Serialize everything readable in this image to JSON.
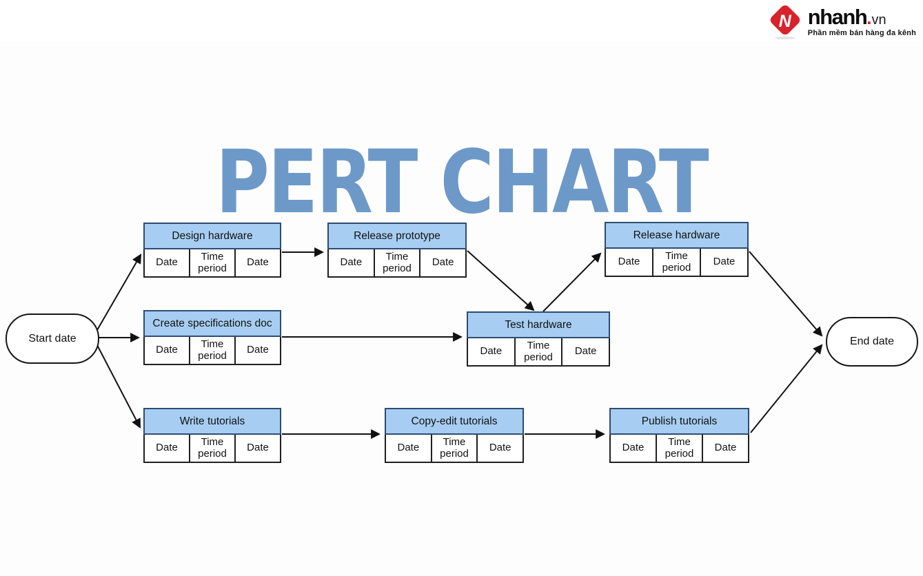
{
  "header_bar": {
    "logo": {
      "icon": "nhanh-diamond-icon",
      "brand": "nhanh",
      "dot": ".",
      "tld": "vn",
      "tagline": "Phần mềm bán hàng đa kênh",
      "brand_red": "#d7232b",
      "text_color": "#0d0d0d"
    }
  },
  "title": {
    "text": "PERT CHART",
    "color": "#6d99c8"
  },
  "diagram": {
    "colors": {
      "task_header_fill": "#a7cef2",
      "task_header_border": "#2c4c72",
      "cell_border": "#1f1f1f",
      "arrow": "#111111",
      "terminal_fill": "#ffffff"
    },
    "terminals": {
      "start": {
        "label": "Start date"
      },
      "end": {
        "label": "End date"
      }
    },
    "tasks": [
      {
        "id": "design-hardware",
        "title": "Design hardware",
        "cells": [
          "Date",
          "Time period",
          "Date"
        ]
      },
      {
        "id": "release-prototype",
        "title": "Release prototype",
        "cells": [
          "Date",
          "Time period",
          "Date"
        ]
      },
      {
        "id": "release-hardware",
        "title": "Release hardware",
        "cells": [
          "Date",
          "Time period",
          "Date"
        ]
      },
      {
        "id": "create-specifications-doc",
        "title": "Create specifications doc",
        "cells": [
          "Date",
          "Time period",
          "Date"
        ]
      },
      {
        "id": "test-hardware",
        "title": "Test hardware",
        "cells": [
          "Date",
          "Time period",
          "Date"
        ]
      },
      {
        "id": "write-tutorials",
        "title": "Write tutorials",
        "cells": [
          "Date",
          "Time period",
          "Date"
        ]
      },
      {
        "id": "copy-edit-tutorials",
        "title": "Copy-edit tutorials",
        "cells": [
          "Date",
          "Time period",
          "Date"
        ]
      },
      {
        "id": "publish-tutorials",
        "title": "Publish tutorials",
        "cells": [
          "Date",
          "Time period",
          "Date"
        ]
      }
    ],
    "edges": [
      {
        "from": "start-date",
        "to": "design-hardware"
      },
      {
        "from": "start-date",
        "to": "create-specifications-doc"
      },
      {
        "from": "start-date",
        "to": "write-tutorials"
      },
      {
        "from": "design-hardware",
        "to": "release-prototype"
      },
      {
        "from": "release-prototype",
        "to": "test-hardware"
      },
      {
        "from": "test-hardware",
        "to": "release-hardware"
      },
      {
        "from": "create-specifications-doc",
        "to": "test-hardware"
      },
      {
        "from": "release-hardware",
        "to": "end-date"
      },
      {
        "from": "write-tutorials",
        "to": "copy-edit-tutorials"
      },
      {
        "from": "copy-edit-tutorials",
        "to": "publish-tutorials"
      },
      {
        "from": "publish-tutorials",
        "to": "end-date"
      }
    ]
  }
}
